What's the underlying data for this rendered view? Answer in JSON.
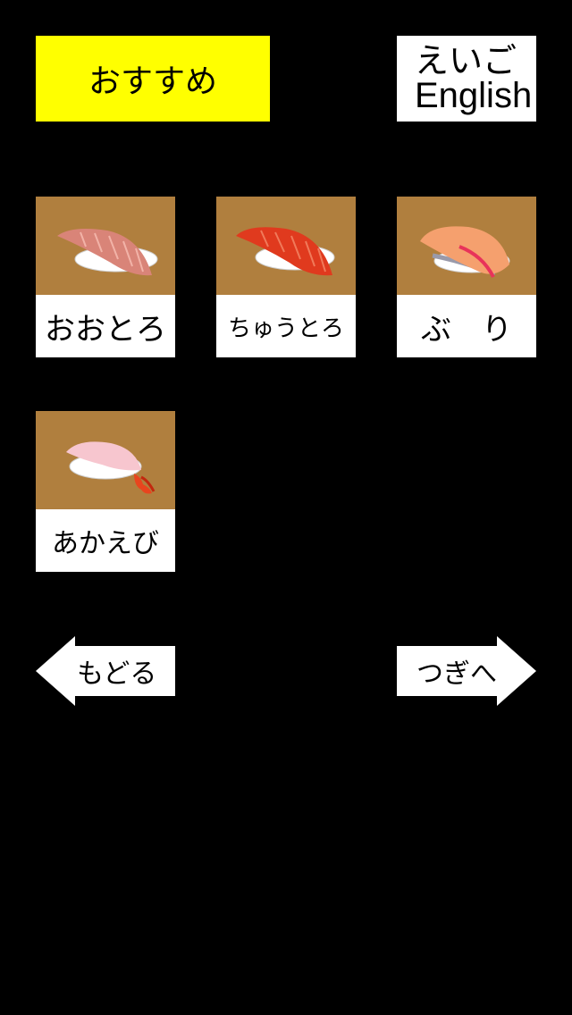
{
  "top": {
    "recommend_label": "おすすめ",
    "language_jp": "えいご",
    "language_en": "English"
  },
  "items": [
    {
      "label": "おおとろ",
      "icon": "otoro-sushi-icon"
    },
    {
      "label": "ちゅうとろ",
      "icon": "chutoro-sushi-icon"
    },
    {
      "label": "ぶ　り",
      "icon": "buri-sushi-icon"
    },
    {
      "label": "あかえび",
      "icon": "akaebi-sushi-icon"
    }
  ],
  "nav": {
    "back_label": "もどる",
    "next_label": "つぎへ"
  },
  "colors": {
    "background": "#000000",
    "recommend": "#ffff00",
    "tile": "#b07f3e"
  }
}
